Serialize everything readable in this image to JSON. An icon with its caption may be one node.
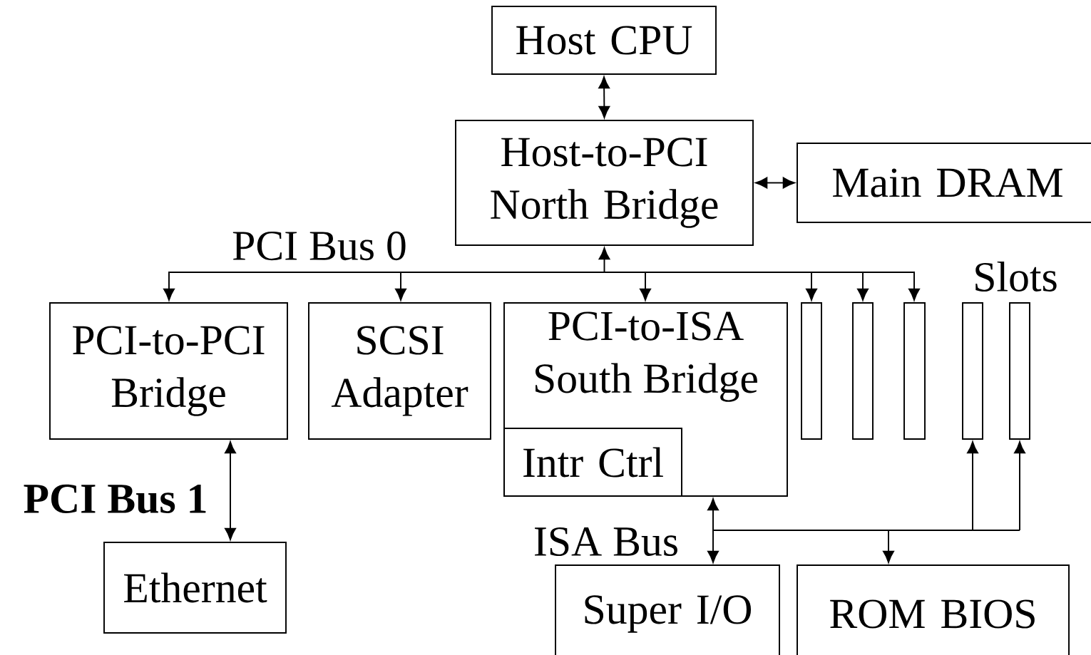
{
  "diagram": {
    "nodes": [
      {
        "text": [
          "Host CPU"
        ]
      },
      {
        "text": [
          "Host-to-PCI North Bridge"
        ]
      },
      {
        "text": [
          "Main DRAM"
        ]
      },
      {
        "text": [
          "PCI-to-PCI Bridge"
        ]
      },
      {
        "text": [
          "SCSI Adapter"
        ]
      },
      {
        "text": [
          "PCI-to-ISA South Bridge"
        ]
      },
      {
        "text": [
          "Intr Ctrl"
        ],
        "in": 5
      },
      {
        "text": [],
        "shape": "bar"
      },
      {
        "text": [],
        "shape": "bar"
      },
      {
        "text": [],
        "shape": "bar"
      },
      {
        "text": [],
        "shape": "bar"
      },
      {
        "text": [],
        "shape": "bar"
      },
      {
        "text": [
          "Ethernet"
        ]
      },
      {
        "text": [
          "Super I/O"
        ]
      },
      {
        "text": [
          "ROM BIOS"
        ]
      }
    ],
    "edges": [
      {
        "from": 0,
        "to": 1,
        "arrow": "both"
      },
      {
        "from": 1,
        "to": 2,
        "arrow": "both"
      },
      {
        "from": 1,
        "to": 3,
        "arrow": "both"
      },
      {
        "from": 1,
        "to": 4,
        "arrow": "both"
      },
      {
        "from": 1,
        "to": 5,
        "arrow": "both"
      },
      {
        "from": 1,
        "to": 7,
        "arrow": "both"
      },
      {
        "from": 1,
        "to": 8,
        "arrow": "both"
      },
      {
        "from": 1,
        "to": 9,
        "arrow": "both"
      },
      {
        "from": 3,
        "to": 12,
        "arrow": "both"
      },
      {
        "from": 5,
        "to": 13,
        "arrow": "both"
      },
      {
        "from": 5,
        "to": 14,
        "arrow": "both"
      },
      {
        "from": 5,
        "to": 10,
        "arrow": "both"
      },
      {
        "from": 5,
        "to": 11,
        "arrow": "both"
      }
    ],
    "labels": [
      "PCI Bus 0",
      "PCI Bus 1",
      "Slots",
      "ISA Bus"
    ]
  }
}
